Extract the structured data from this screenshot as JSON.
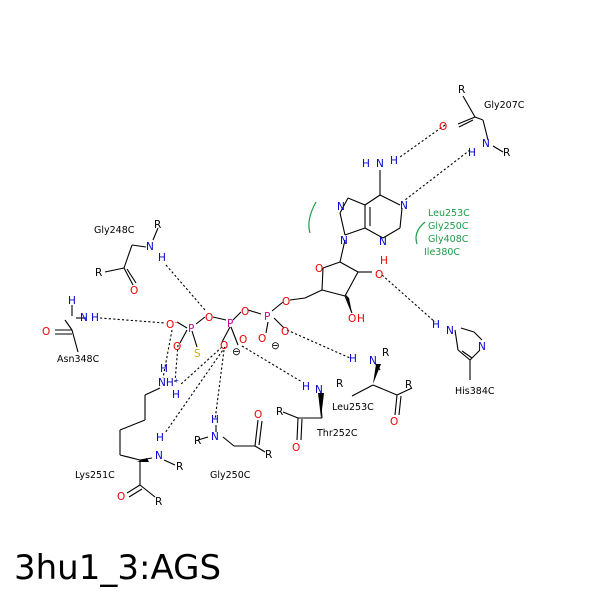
{
  "title": "3hu1_3:AGS",
  "colors": {
    "carbon": "#000000",
    "nitrogen": "#0000cc",
    "oxygen": "#ee0000",
    "phosphorus": "#cc0099",
    "sulfur": "#c9b300",
    "hydrophobic": "#1f9a4a"
  },
  "residues": {
    "gly207c": "Gly207C",
    "gly248c": "Gly248C",
    "asn348c": "Asn348C",
    "lys251c": "Lys251C",
    "gly250c": "Gly250C",
    "thr252c": "Thr252C",
    "leu253c": "Leu253C",
    "his384c": "His384C"
  },
  "hydrophobic_contacts": [
    "Leu253C",
    "Gly250C",
    "Gly408C",
    "Ile380C"
  ],
  "atoms": {
    "R": "R",
    "N": "N",
    "H": "H",
    "O": "O",
    "P": "P",
    "S": "S",
    "NH": "NH",
    "HN": "HN",
    "NH3": "NH⁺",
    "Ominus": "O⁻",
    "minus": "⊖"
  }
}
